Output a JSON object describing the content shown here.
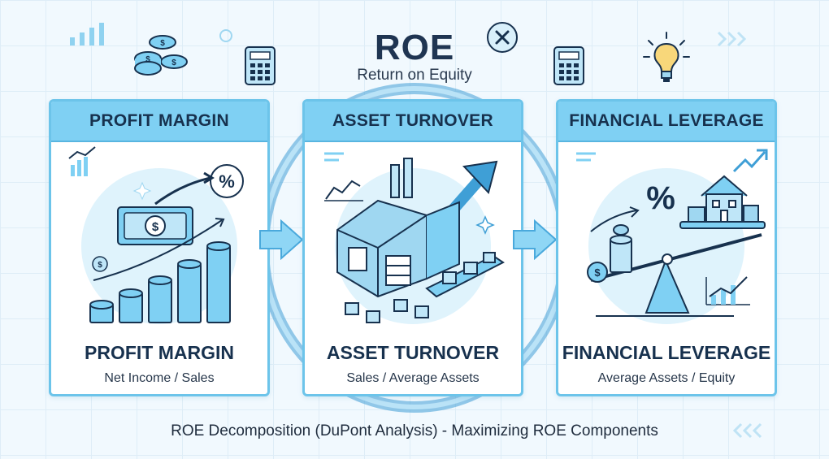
{
  "header": {
    "title": "ROE",
    "subtitle": "Return on Equity"
  },
  "components": [
    {
      "header": "PROFIT MARGIN",
      "name": "PROFIT MARGIN",
      "formula": "Net Income / Sales"
    },
    {
      "header": "ASSET TURNOVER",
      "name": "ASSET TURNOVER",
      "formula": "Sales / Average Assets"
    },
    {
      "header": "FINANCIAL LEVERAGE",
      "name": "FINANCIAL LEVERAGE",
      "formula": "Average Assets / Equity"
    }
  ],
  "footer": {
    "caption": "ROE Decomposition (DuPont Analysis) - Maximizing ROE Components"
  },
  "colors": {
    "accent": "#7fd0f3",
    "border": "#6cc4ea",
    "ink": "#17314e",
    "background": "#f1f9fe"
  },
  "icons": [
    "bar-chart-icon",
    "coins-icon",
    "calculator-icon",
    "close-circle-icon",
    "lightbulb-icon",
    "percent-icon",
    "dollar-bill-icon",
    "factory-icon",
    "house-icon",
    "seesaw-icon",
    "arrow-right-icon",
    "trend-arrow-icon"
  ]
}
